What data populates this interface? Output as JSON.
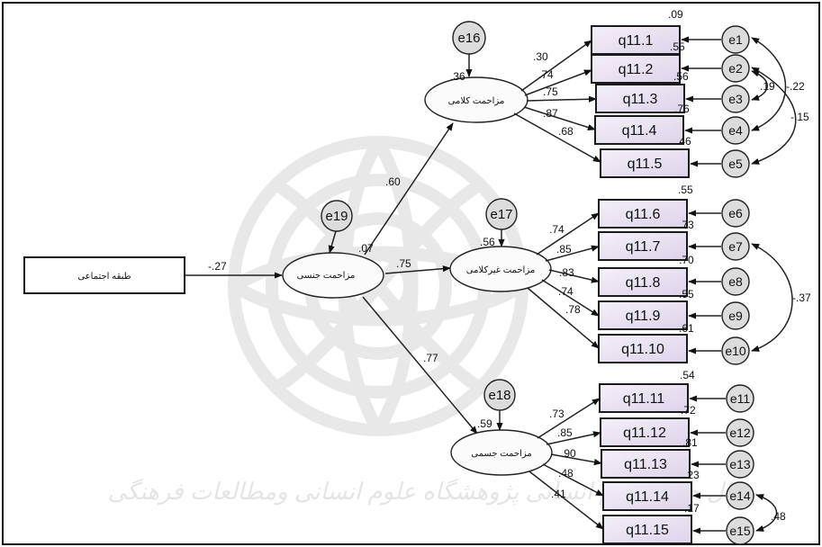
{
  "exogenous": {
    "label": "طبقه اجتماعی"
  },
  "latents": {
    "total": {
      "label": "مزاحمت جنسی",
      "r2": ".07",
      "error": "e19"
    },
    "verbal": {
      "label": "مزاحمت کلامی",
      "r2": ".36",
      "error": "e16"
    },
    "nonverbal": {
      "label": "مزاحمت غیرکلامی",
      "r2": ".56",
      "error": "e17"
    },
    "physical": {
      "label": "مزاحمت جسمی",
      "r2": ".59",
      "error": "e18"
    }
  },
  "structural_paths": [
    {
      "from": "exogenous",
      "to": "total",
      "coef": "-.27"
    },
    {
      "from": "total",
      "to": "verbal",
      "coef": ".60"
    },
    {
      "from": "total",
      "to": "nonverbal",
      "coef": ".75"
    },
    {
      "from": "total",
      "to": "physical",
      "coef": ".77"
    }
  ],
  "groups": [
    {
      "factor": "verbal",
      "items": [
        {
          "label": "q11.1",
          "loading": ".30",
          "r2": ".09",
          "error": "e1"
        },
        {
          "label": "q11.2",
          "loading": ".74",
          "r2": ".55",
          "error": "e2"
        },
        {
          "label": "q11.3",
          "loading": ".75",
          "r2": ".56",
          "error": "e3"
        },
        {
          "label": "q11.4",
          "loading": ".87",
          "r2": ".76",
          "error": "e4"
        },
        {
          "label": "q11.5",
          "loading": ".68",
          "r2": ".46",
          "error": "e5"
        }
      ]
    },
    {
      "factor": "nonverbal",
      "items": [
        {
          "label": "q11.6",
          "loading": ".74",
          "r2": ".55",
          "error": "e6"
        },
        {
          "label": "q11.7",
          "loading": ".85",
          "r2": ".73",
          "error": "e7"
        },
        {
          "label": "q11.8",
          "loading": ".83",
          "r2": ".70",
          "error": "e8"
        },
        {
          "label": "q11.9",
          "loading": ".74",
          "r2": ".55",
          "error": "e9"
        },
        {
          "label": "q11.10",
          "loading": ".78",
          "r2": ".61",
          "error": "e10"
        }
      ]
    },
    {
      "factor": "physical",
      "items": [
        {
          "label": "q11.11",
          "loading": ".73",
          "r2": ".54",
          "error": "e11"
        },
        {
          "label": "q11.12",
          "loading": ".85",
          "r2": ".72",
          "error": "e12"
        },
        {
          "label": "q11.13",
          "loading": ".90",
          "r2": ".81",
          "error": "e13"
        },
        {
          "label": "q11.14",
          "loading": ".48",
          "r2": ".23",
          "error": "e14"
        },
        {
          "label": "q11.15",
          "loading": ".41",
          "r2": ".17",
          "error": "e15"
        }
      ]
    }
  ],
  "error_covariances": [
    {
      "from": "e1",
      "to": "e4",
      "value": "-.22"
    },
    {
      "from": "e2",
      "to": "e5",
      "value": "-.15"
    },
    {
      "from": "e2",
      "to": "e3",
      "value": ".19"
    },
    {
      "from": "e7",
      "to": "e10",
      "value": "-.37"
    },
    {
      "from": "e14",
      "to": "e15",
      "value": ".48"
    }
  ],
  "watermark": {
    "text": "پرتال جامع علوم انسانی پژوهشگاه علوم انسانی ومطالعات فرهنگی"
  }
}
